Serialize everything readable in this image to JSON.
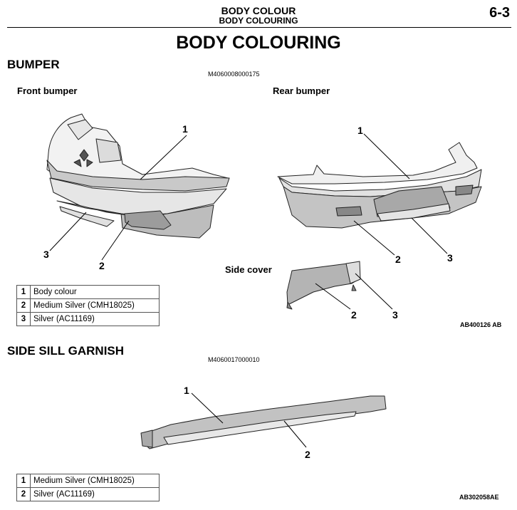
{
  "header": {
    "line1": "BODY COLOUR",
    "line2": "BODY COLOURING",
    "page": "6-3"
  },
  "title": "BODY COLOURING",
  "bumper": {
    "heading": "BUMPER",
    "code": "M4060008000175",
    "front_label": "Front bumper",
    "rear_label": "Rear bumper",
    "side_cover_label": "Side cover",
    "callouts": {
      "front_1": "1",
      "front_2": "2",
      "front_3": "3",
      "rear_1": "1",
      "rear_2": "2",
      "rear_3": "3",
      "side_2": "2",
      "side_3": "3"
    },
    "legend": [
      {
        "num": "1",
        "text": "Body colour"
      },
      {
        "num": "2",
        "text": "Medium Silver (CMH18025)"
      },
      {
        "num": "3",
        "text": "Silver (AC11169)"
      }
    ],
    "figure_ref": "AB400126 AB"
  },
  "side_sill": {
    "heading": "SIDE SILL GARNISH",
    "code": "M4060017000010",
    "callouts": {
      "c1": "1",
      "c2": "2"
    },
    "legend": [
      {
        "num": "1",
        "text": "Medium Silver (CMH18025)"
      },
      {
        "num": "2",
        "text": "Silver (AC11169)"
      }
    ],
    "figure_ref": "AB302058AE"
  }
}
